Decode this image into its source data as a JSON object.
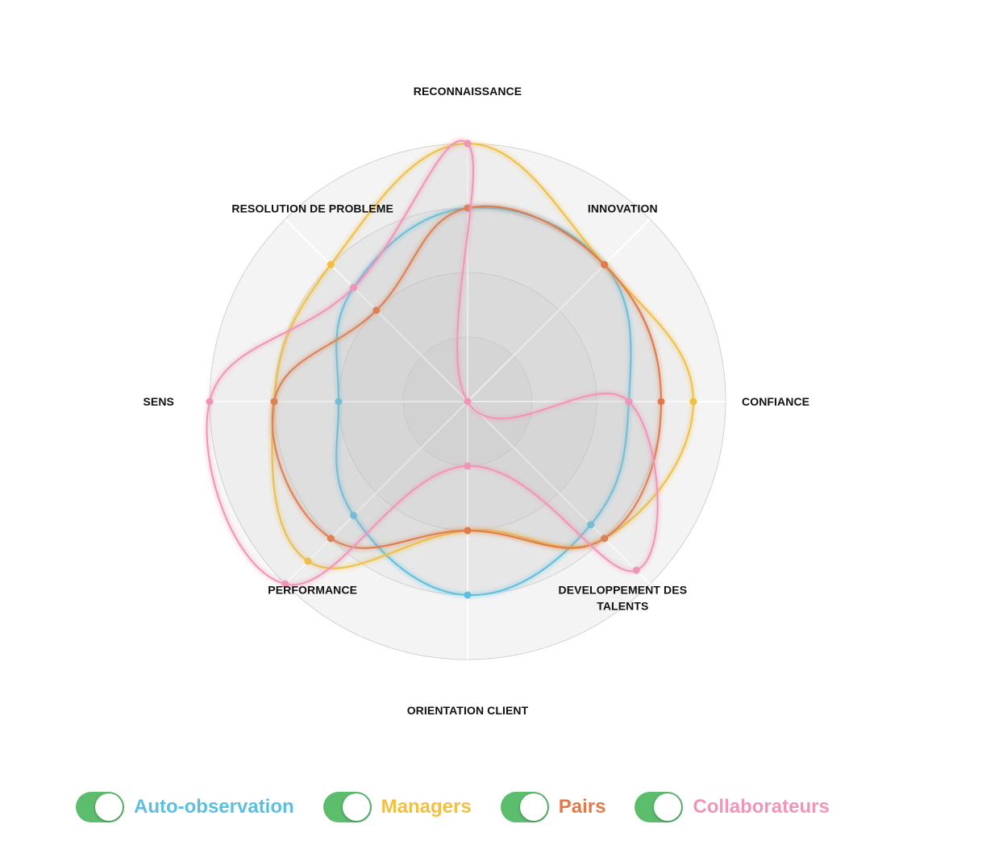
{
  "chart_data": {
    "type": "radar",
    "title": "",
    "axes": [
      [
        "RECONNAISSANCE"
      ],
      [
        "INNOVATION"
      ],
      [
        "CONFIANCE"
      ],
      [
        "DEVELOPPEMENT DES",
        "TALENTS"
      ],
      [
        "ORIENTATION CLIENT"
      ],
      [
        "PERFORMANCE"
      ],
      [
        "SENS"
      ],
      [
        "RESOLUTION DE PROBLEME"
      ]
    ],
    "rlim": [
      0,
      4
    ],
    "grid_levels": 4,
    "series": [
      {
        "name": "Auto-observation",
        "color": "#5bc0e0",
        "values": [
          3,
          3,
          2.5,
          2.7,
          3,
          2.5,
          2,
          2.5
        ]
      },
      {
        "name": "Managers",
        "color": "#f1bf42",
        "values": [
          4,
          3,
          3.5,
          3,
          2,
          3.5,
          3,
          3
        ]
      },
      {
        "name": "Pairs",
        "color": "#e07a4a",
        "values": [
          3,
          3,
          3,
          3,
          2,
          3,
          3,
          2
        ]
      },
      {
        "name": "Collaborateurs",
        "color": "#f195b8",
        "values": [
          4,
          0,
          2.5,
          3.7,
          1,
          4,
          4,
          2.5
        ]
      }
    ]
  },
  "legend": {
    "items": [
      {
        "label": "Auto-observation",
        "color": "#5bc0e0",
        "enabled": true
      },
      {
        "label": "Managers",
        "color": "#f1bf42",
        "enabled": true
      },
      {
        "label": "Pairs",
        "color": "#e07a4a",
        "enabled": true
      },
      {
        "label": "Collaborateurs",
        "color": "#f195b8",
        "enabled": true
      }
    ]
  }
}
